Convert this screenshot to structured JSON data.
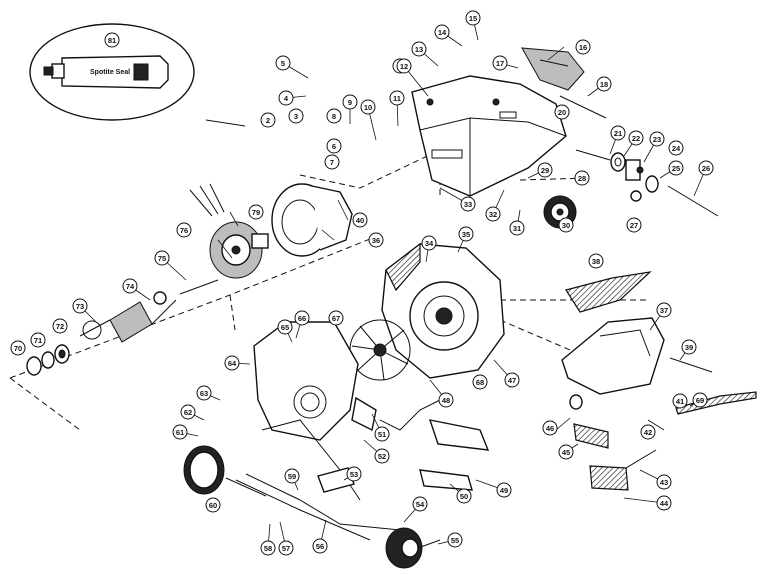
{
  "diagram": {
    "tube_label": "Spotite Seal",
    "callouts": [
      {
        "n": "1"
      },
      {
        "n": "2"
      },
      {
        "n": "3"
      },
      {
        "n": "4"
      },
      {
        "n": "5"
      },
      {
        "n": "6"
      },
      {
        "n": "7"
      },
      {
        "n": "8"
      },
      {
        "n": "9"
      },
      {
        "n": "10"
      },
      {
        "n": "11"
      },
      {
        "n": "12"
      },
      {
        "n": "13"
      },
      {
        "n": "14"
      },
      {
        "n": "15"
      },
      {
        "n": "16"
      },
      {
        "n": "17"
      },
      {
        "n": "18"
      },
      {
        "n": "20"
      },
      {
        "n": "21"
      },
      {
        "n": "22"
      },
      {
        "n": "23"
      },
      {
        "n": "24"
      },
      {
        "n": "25"
      },
      {
        "n": "26"
      },
      {
        "n": "27"
      },
      {
        "n": "28"
      },
      {
        "n": "29"
      },
      {
        "n": "30"
      },
      {
        "n": "31"
      },
      {
        "n": "32"
      },
      {
        "n": "33"
      },
      {
        "n": "34"
      },
      {
        "n": "35"
      },
      {
        "n": "36"
      },
      {
        "n": "37"
      },
      {
        "n": "38"
      },
      {
        "n": "39"
      },
      {
        "n": "40"
      },
      {
        "n": "41"
      },
      {
        "n": "42"
      },
      {
        "n": "43"
      },
      {
        "n": "44"
      },
      {
        "n": "45"
      },
      {
        "n": "46"
      },
      {
        "n": "47"
      },
      {
        "n": "48"
      },
      {
        "n": "49"
      },
      {
        "n": "50"
      },
      {
        "n": "51"
      },
      {
        "n": "52"
      },
      {
        "n": "53"
      },
      {
        "n": "54"
      },
      {
        "n": "55"
      },
      {
        "n": "56"
      },
      {
        "n": "57"
      },
      {
        "n": "58"
      },
      {
        "n": "59"
      },
      {
        "n": "60"
      },
      {
        "n": "61"
      },
      {
        "n": "62"
      },
      {
        "n": "63"
      },
      {
        "n": "64"
      },
      {
        "n": "65"
      },
      {
        "n": "66"
      },
      {
        "n": "67"
      },
      {
        "n": "68"
      },
      {
        "n": "69"
      },
      {
        "n": "70"
      },
      {
        "n": "71"
      },
      {
        "n": "72"
      },
      {
        "n": "73"
      },
      {
        "n": "74"
      },
      {
        "n": "75"
      },
      {
        "n": "76"
      },
      {
        "n": "79"
      },
      {
        "n": "81"
      }
    ]
  }
}
